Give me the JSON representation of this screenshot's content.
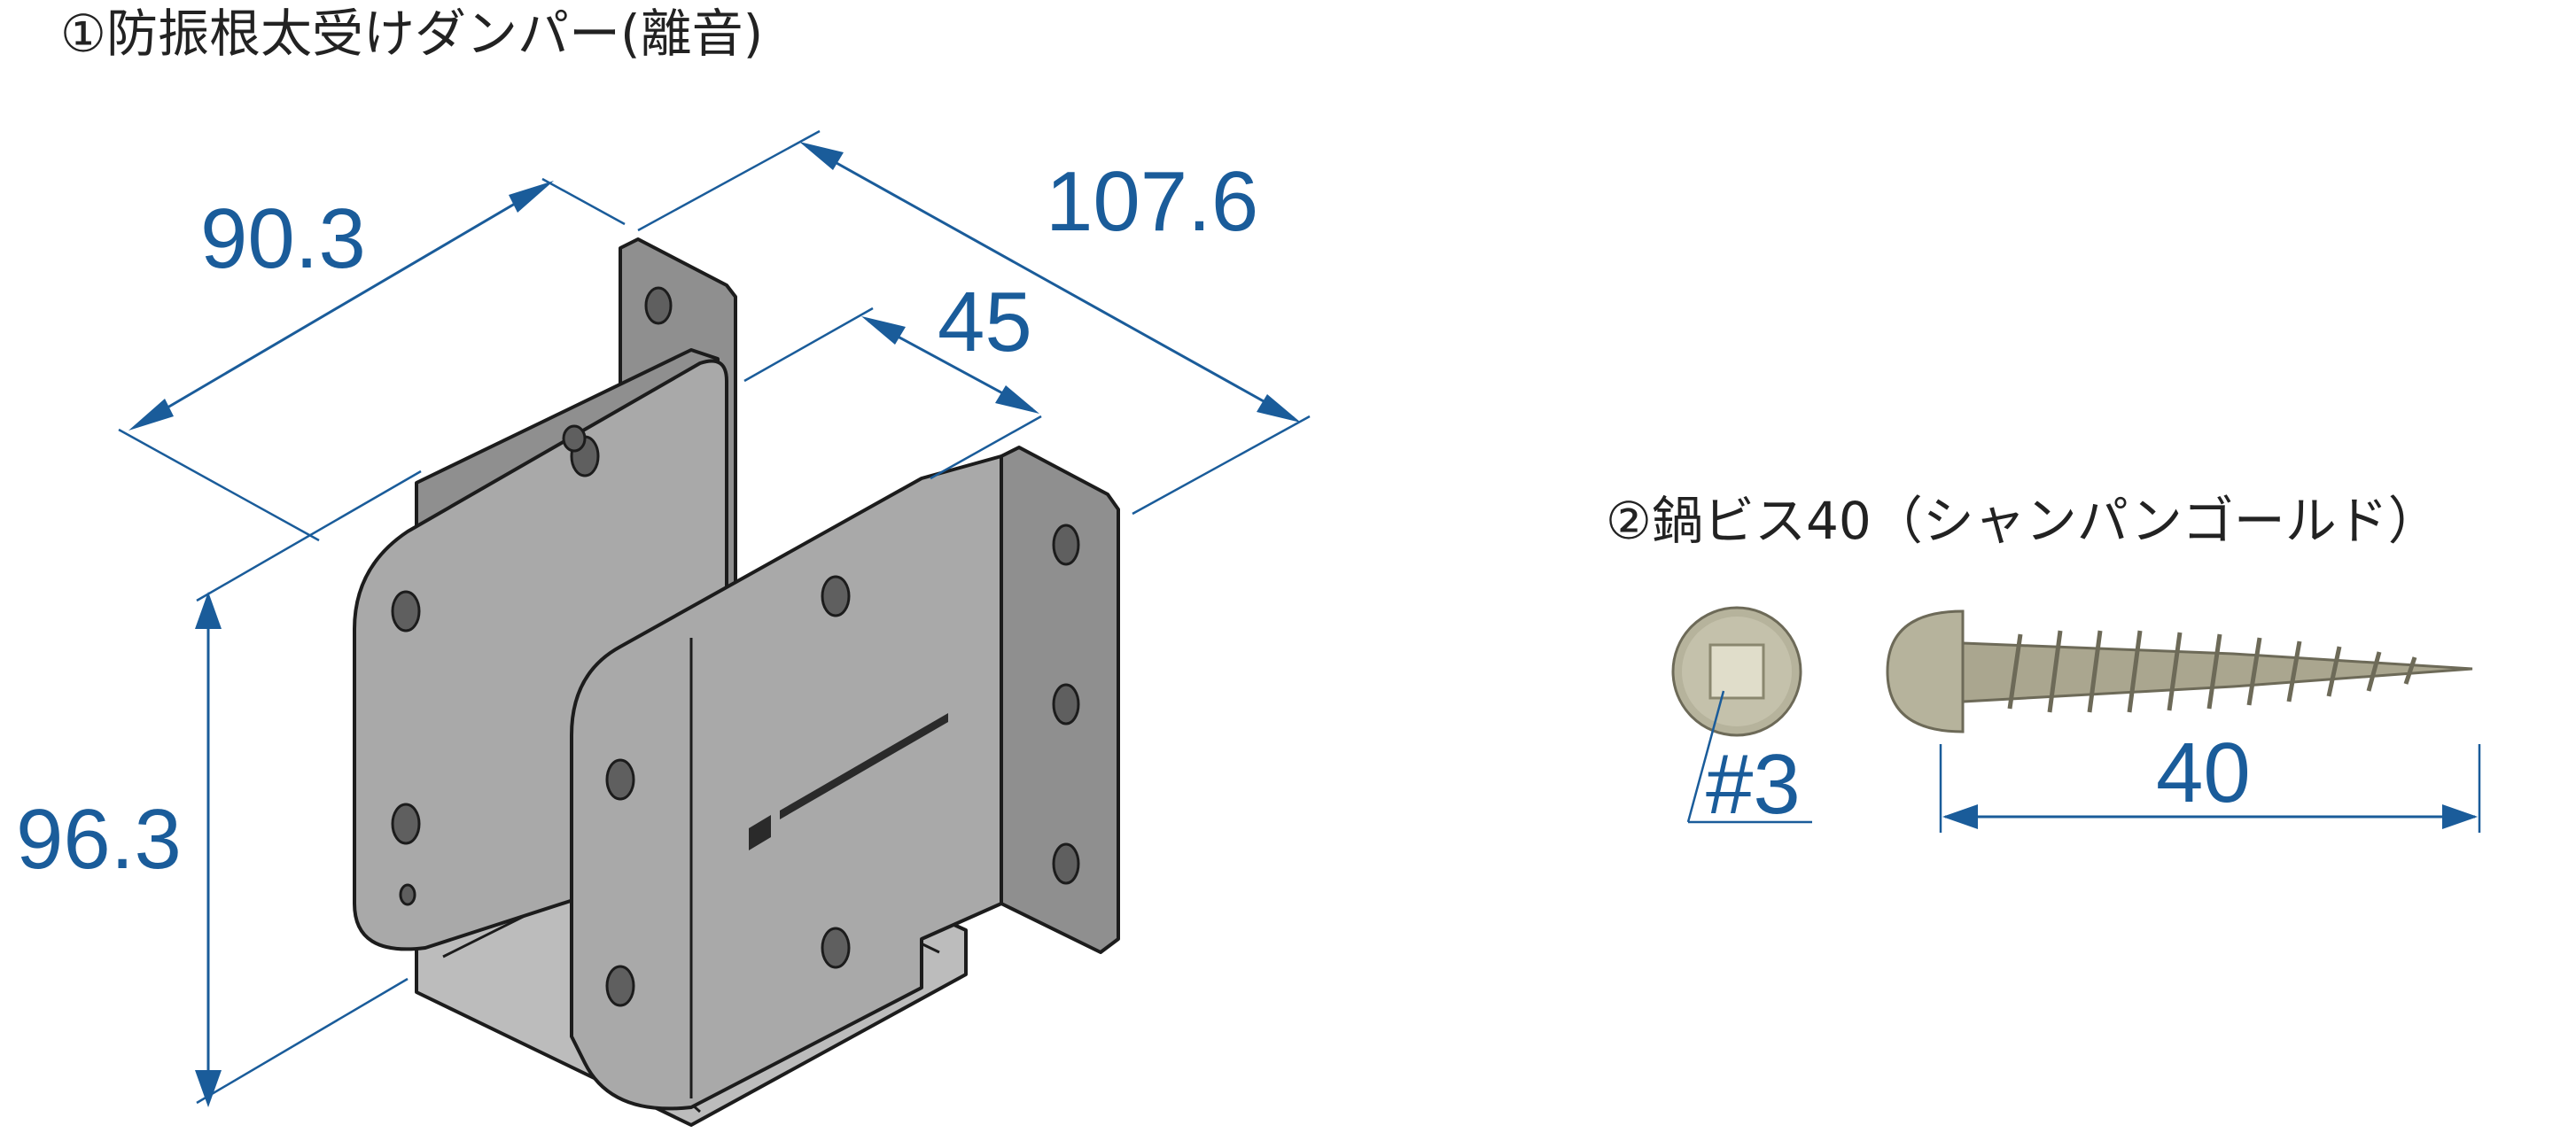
{
  "labels": {
    "damper_title": "①防振根太受けダンパー(離音)",
    "screw_title": "②鍋ビス40（シャンパンゴールド）"
  },
  "dimensions": {
    "depth": "90.3",
    "width": "107.6",
    "inner_width": "45",
    "height": "96.3",
    "screw_drive": "#3",
    "screw_length": "40"
  },
  "colors": {
    "dimension": "#1a5c9a",
    "metal": "#a9a9a9",
    "screw": "#a8a48c"
  }
}
